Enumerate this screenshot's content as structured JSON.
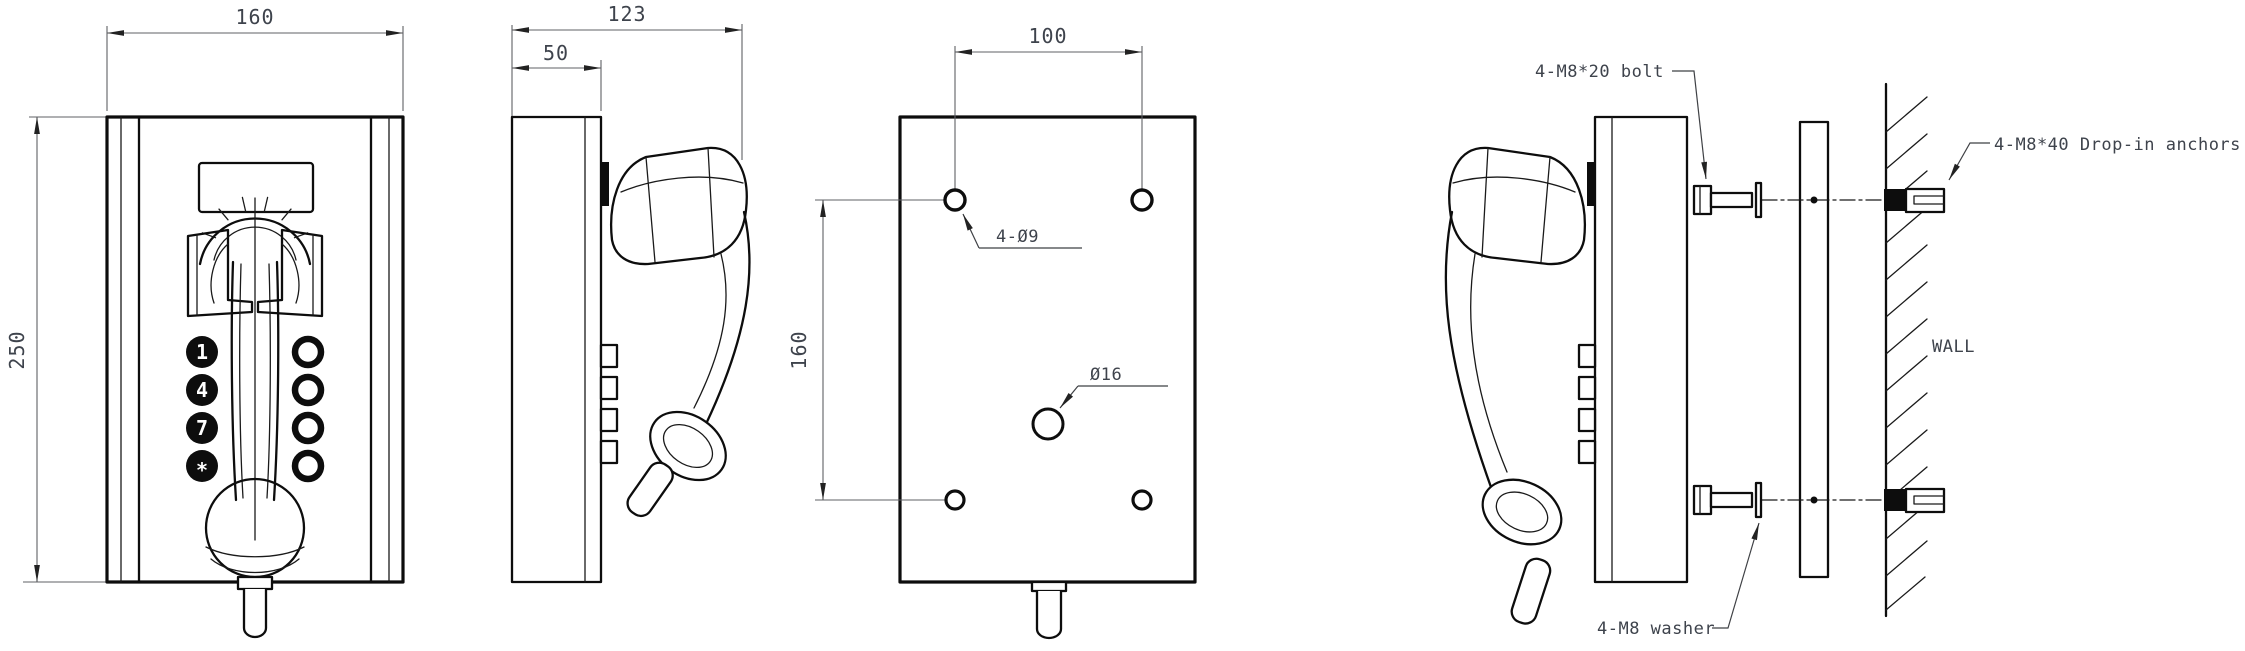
{
  "drawing": {
    "background_color": "#ffffff",
    "line_color": "#0d0d0d",
    "dim_text_color": "#3e434c",
    "views": {
      "front": {
        "width_dim": "160",
        "height_dim": "250",
        "keypad_left_keys": [
          "1",
          "4",
          "7",
          "*"
        ]
      },
      "side": {
        "overall_depth_dim": "123",
        "body_depth_dim": "50"
      },
      "back_plate": {
        "hole_spacing_horizontal_dim": "100",
        "hole_spacing_vertical_dim": "160",
        "mounting_holes_label": "4-Ø9",
        "cable_hole_label": "Ø16"
      },
      "installation": {
        "bolt_label": "4-M8*20 bolt",
        "anchor_label": "4-M8*40 Drop-in anchors",
        "wall_label": "WALL",
        "washer_label": "4-M8 washer"
      }
    }
  }
}
